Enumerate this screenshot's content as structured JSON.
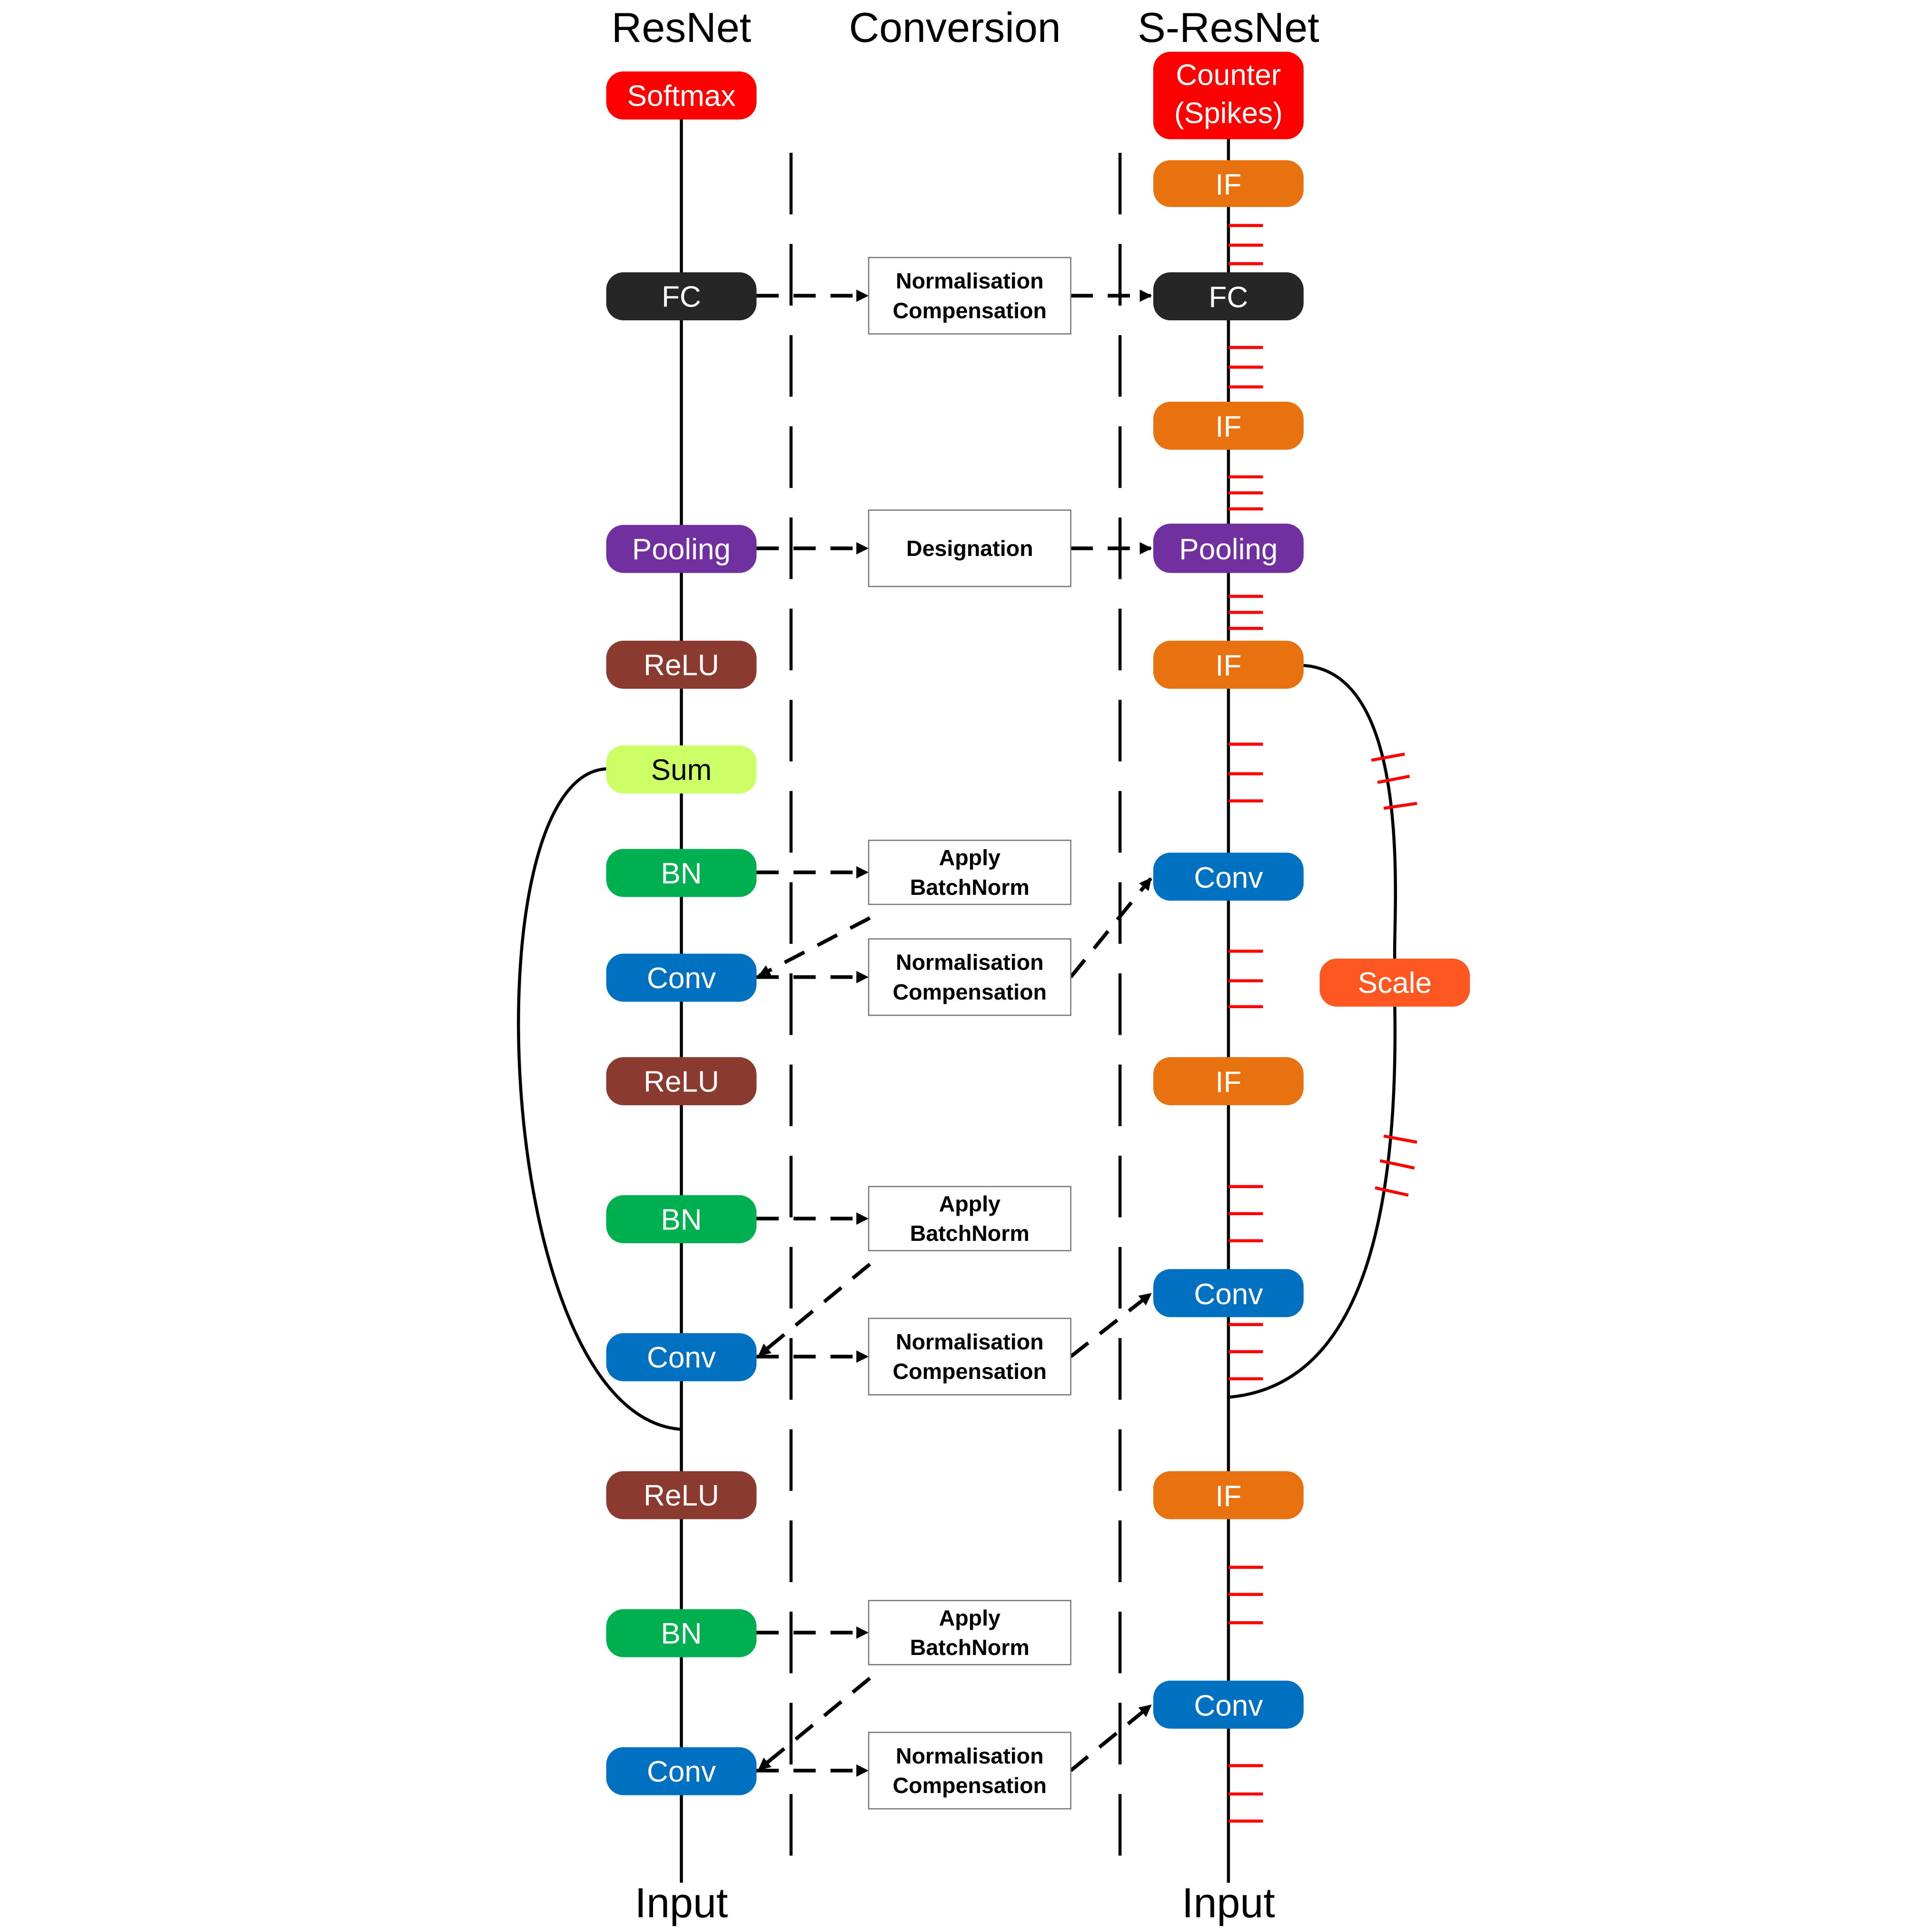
{
  "headers": {
    "left": "ResNet",
    "middle": "Conversion",
    "right": "S-ResNet"
  },
  "footers": {
    "left": "Input",
    "right": "Input"
  },
  "colors": {
    "softmax": "#ff0000",
    "counter": "#ff0000",
    "if": "#e8720f",
    "fc": "#262626",
    "pooling": "#7030a0",
    "relu": "#8b3a2f",
    "sum": "#ccff66",
    "bn": "#00b050",
    "conv": "#0070c0",
    "scale": "#ff5722",
    "spike": "#ff0000"
  },
  "resnet": [
    {
      "label": "Softmax",
      "type": "softmax"
    },
    {
      "label": "FC",
      "type": "fc"
    },
    {
      "label": "Pooling",
      "type": "pooling"
    },
    {
      "label": "ReLU",
      "type": "relu"
    },
    {
      "label": "Sum",
      "type": "sum"
    },
    {
      "label": "BN",
      "type": "bn"
    },
    {
      "label": "Conv",
      "type": "conv"
    },
    {
      "label": "ReLU",
      "type": "relu"
    },
    {
      "label": "BN",
      "type": "bn"
    },
    {
      "label": "Conv",
      "type": "conv"
    },
    {
      "label": "ReLU",
      "type": "relu"
    },
    {
      "label": "BN",
      "type": "bn"
    },
    {
      "label": "Conv",
      "type": "conv"
    }
  ],
  "sresnet": [
    {
      "label": "Counter",
      "label2": "(Spikes)",
      "type": "counter"
    },
    {
      "label": "IF",
      "type": "if"
    },
    {
      "label": "FC",
      "type": "fc"
    },
    {
      "label": "IF",
      "type": "if"
    },
    {
      "label": "Pooling",
      "type": "pooling"
    },
    {
      "label": "IF",
      "type": "if"
    },
    {
      "label": "Conv",
      "type": "conv"
    },
    {
      "label": "IF",
      "type": "if"
    },
    {
      "label": "Conv",
      "type": "conv"
    },
    {
      "label": "IF",
      "type": "if"
    },
    {
      "label": "Conv",
      "type": "conv"
    }
  ],
  "scale": {
    "label": "Scale"
  },
  "conversion": [
    {
      "line1": "Normalisation",
      "line2": "Compensation"
    },
    {
      "line1": "Designation",
      "line2": ""
    },
    {
      "line1": "Apply",
      "line2": "BatchNorm"
    },
    {
      "line1": "Normalisation",
      "line2": "Compensation"
    },
    {
      "line1": "Apply",
      "line2": "BatchNorm"
    },
    {
      "line1": "Normalisation",
      "line2": "Compensation"
    },
    {
      "line1": "Apply",
      "line2": "BatchNorm"
    },
    {
      "line1": "Normalisation",
      "line2": "Compensation"
    }
  ]
}
